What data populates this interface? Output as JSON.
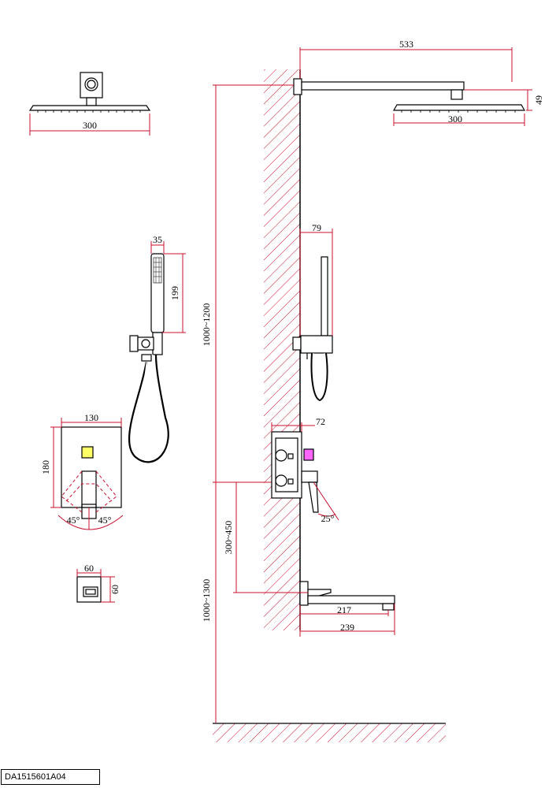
{
  "drawing_code": "DA1515601A04",
  "dimensions": {
    "top_shower_width": "300",
    "arm_length": "533",
    "head_height": "49",
    "right_shower_width": "300",
    "handheld_width": "35",
    "handheld_length": "199",
    "bracket_offset": "79",
    "install_height_head": "1000~1200",
    "plate_width": "130",
    "plate_height": "180",
    "angle_left": "45°",
    "angle_right": "45°",
    "valve_offset": "72",
    "lever_angle": "25°",
    "spout_height": "300~450",
    "valve_height": "1000~1300",
    "spout_inner": "217",
    "spout_outer": "239",
    "outlet_width": "60",
    "outlet_height": "60"
  },
  "colors": {
    "dimension": "#c8102e",
    "outline": "#000000",
    "hatch": "#c8102e"
  }
}
